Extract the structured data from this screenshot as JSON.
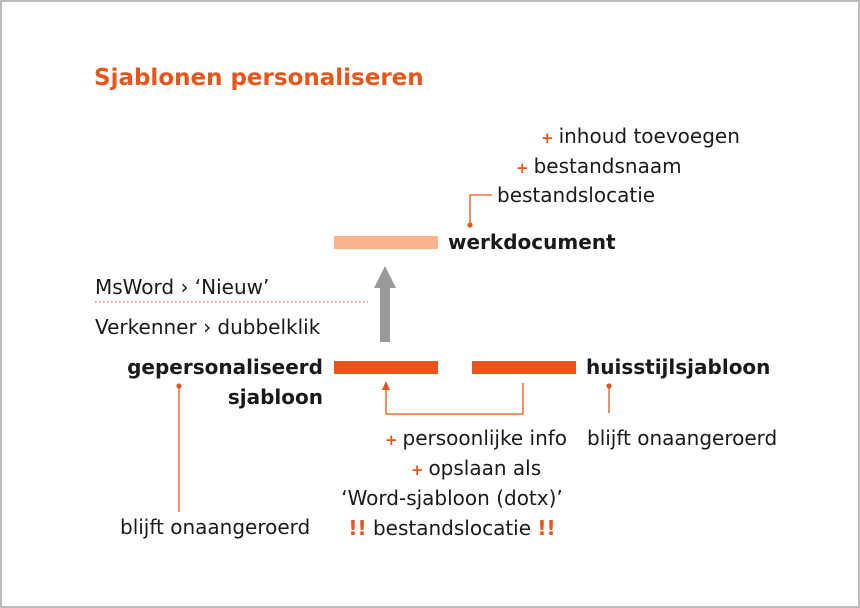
{
  "title": "Sjablonen personaliseren",
  "colors": {
    "accent": "#e8541a",
    "accent_light": "#fbb48e",
    "arrow_gray": "#9a9a9a",
    "text": "#1a1a1a"
  },
  "werkdocument": {
    "label": "werkdocument",
    "adds": [
      {
        "marker": "+",
        "text": "inhoud toevoegen"
      },
      {
        "marker": "+",
        "text": "bestandsnaam"
      }
    ],
    "location_label": "bestandslocatie"
  },
  "open_methods": {
    "method_1": "MsWord › ‘Nieuw’",
    "method_2": "Verkenner › dubbelklik"
  },
  "personal_template": {
    "label_line1": "gepersonaliseerd",
    "label_line2": "sjabloon",
    "note": "blijft onaangeroerd"
  },
  "house_template": {
    "label": "huisstijlsjabloon",
    "note": "blijft onaangeroerd"
  },
  "steps": {
    "step_1": {
      "marker": "+",
      "text": "persoonlijke info"
    },
    "step_2": {
      "marker": "+",
      "text": "opslaan als"
    },
    "step_2_cont": "‘Word-sjabloon (dotx)’",
    "warning": {
      "marker": "!!",
      "text": "bestandslocatie"
    }
  }
}
